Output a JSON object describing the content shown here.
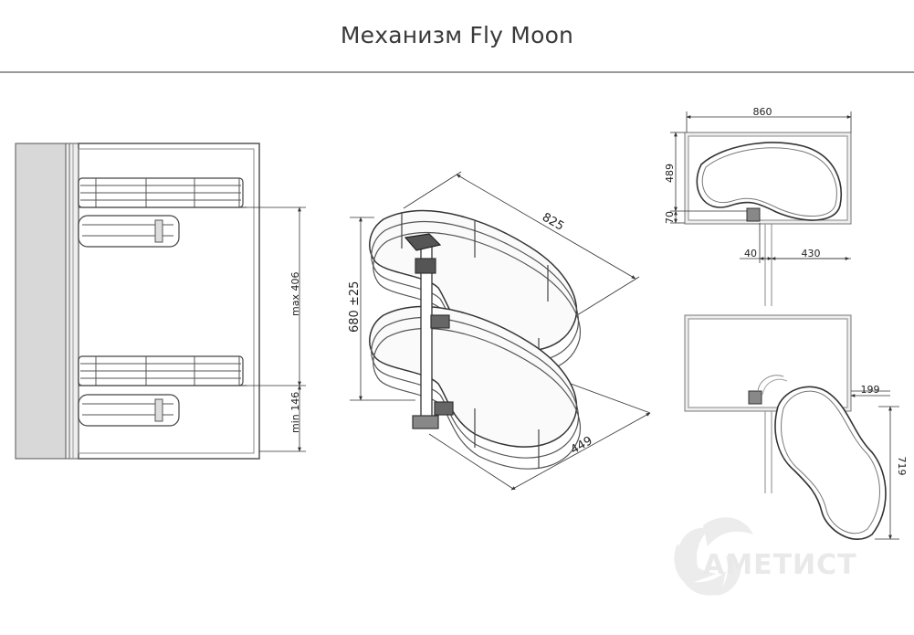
{
  "title": "Механизм Fly Moon",
  "dimensions": {
    "side_view": {
      "max_height": "max 406",
      "min_height": "min 146"
    },
    "iso_view": {
      "width": "825",
      "depth": "449",
      "height": "680 ±25"
    },
    "top_view_closed": {
      "width": "860",
      "depth": "489",
      "offset_small": "70",
      "offset_40": "40",
      "offset_430": "430"
    },
    "top_view_open": {
      "offset": "199",
      "length": "719"
    }
  },
  "watermark": {
    "brand": "АМЕТИСТ",
    "logo_icon": "ametist-logo-icon"
  },
  "colors": {
    "line": "#555555",
    "cabinet_fill": "#d8d8d8",
    "rule": "#9a9a9a",
    "watermark": "#e9e9e9"
  }
}
